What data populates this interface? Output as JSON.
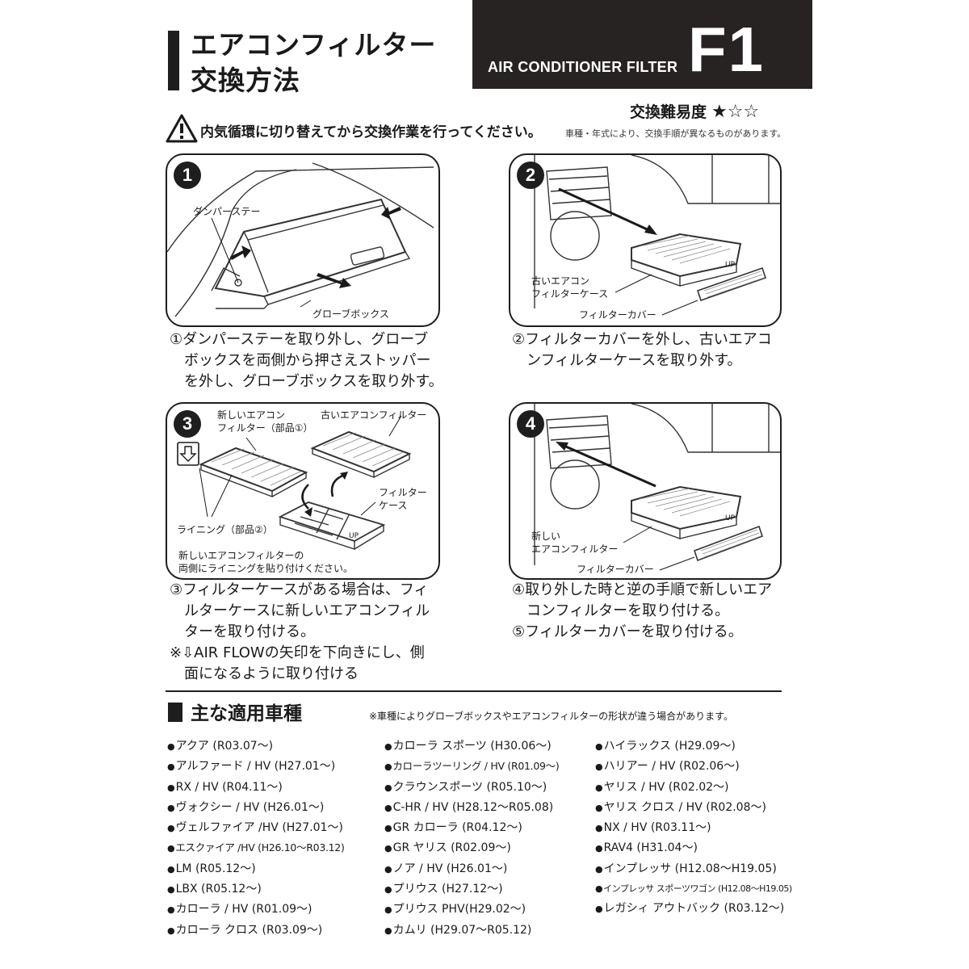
{
  "header": {
    "title_line1": "エアコンフィルター",
    "title_line2": "交換方法",
    "code": "F1",
    "subtitle": "AIR CONDITIONER FILTER",
    "difficulty_label": "交換難易度",
    "difficulty_stars": "★☆☆",
    "difficulty_value": 1,
    "difficulty_max": 3,
    "warning": "内気循環に切り替えてから交換作業を行ってください。",
    "note": "車種・年式により、交換手順が異なるものがあります。"
  },
  "steps": [
    {
      "number": "1",
      "labels": {
        "damper": "ダンパーステー",
        "glovebox": "グローブボックス"
      },
      "instruction": "①ダンパーステーを取り外し、グローブ\n　ボックスを両側から押さえストッパー\n　を外し、グローブボックスを取り外す。"
    },
    {
      "number": "2",
      "labels": {
        "old_case": "古いエアコン\nフィルターケース",
        "cover": "フィルターカバー",
        "up": "UP"
      },
      "instruction": "②フィルターカバーを外し、古いエアコ\n　ンフィルターケースを取り外す。"
    },
    {
      "number": "3",
      "labels": {
        "new_filter": "新しいエアコン\nフィルター（部品①）",
        "old_filter": "古いエアコンフィルター",
        "case": "フィルター\nケース",
        "lining": "ライニング（部品②）",
        "note": "新しいエアコンフィルターの\n両側にライニングを貼り付けください。",
        "up": "UP"
      },
      "instruction": "③フィルターケースがある場合は、フィ\n　ルターケースに新しいエアコンフィル\n　ターを取り付ける。\n※⇩AIR FLOWの矢印を下向きにし、側\n　面になるように取り付ける"
    },
    {
      "number": "4",
      "labels": {
        "new_filter": "新しい\nエアコンフィルター",
        "cover": "フィルターカバー",
        "up": "UP"
      },
      "instruction": "④取り外した時と逆の手順で新しいエア\n　コンフィルターを取り付ける。\n⑤フィルターカバーを取り付ける。"
    }
  ],
  "models": {
    "title": "主な適用車種",
    "note": "※車種によりグローブボックスやエアコンフィルターの形状が違う場合があります。",
    "columns": [
      [
        "アクア (R03.07〜)",
        "アルファード / HV (H27.01〜)",
        "RX / HV (R04.11〜)",
        "ヴォクシー / HV (H26.01〜)",
        "ヴェルファイア /HV (H27.01〜)",
        "エスクァイア /HV (H26.10〜R03.12)",
        "LM (R05.12〜)",
        "LBX (R05.12〜)",
        "カローラ / HV (R01.09〜)",
        "カローラ クロス (R03.09〜)"
      ],
      [
        "カローラ スポーツ (H30.06〜)",
        "カローラツーリング / HV (R01.09〜)",
        "クラウンスポーツ (R05.10〜)",
        "C-HR / HV (H28.12〜R05.08)",
        "GR カローラ (R04.12〜)",
        "GR ヤリス (R02.09〜)",
        "ノア / HV (H26.01〜)",
        "プリウス (H27.12〜)",
        "プリウス PHV(H29.02〜)",
        "カムリ (H29.07〜R05.12)"
      ],
      [
        "ハイラックス (H29.09〜)",
        "ハリアー / HV (R02.06〜)",
        "ヤリス / HV (R02.02〜)",
        "ヤリス クロス / HV (R02.08〜)",
        "NX / HV (R03.11〜)",
        "RAV4 (H31.04〜)",
        "インプレッサ (H12.08〜H19.05)",
        "インプレッサ スポーツワゴン (H12.08〜H19.05)",
        "レガシィ アウトバック (R03.12〜)"
      ]
    ]
  },
  "icons": [
    "warning-icon",
    "down-arrow-icon",
    "arrow-icon"
  ],
  "colors": {
    "dark": "#272322",
    "text": "#1a1a1a"
  }
}
